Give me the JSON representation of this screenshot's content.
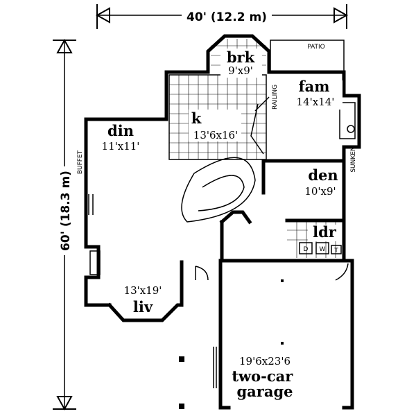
{
  "dimensions": {
    "width": "40' (12.2 m)",
    "depth": "60' (18.3 m)"
  },
  "rooms": {
    "breakfast": {
      "name": "brk",
      "size": "9'x9'"
    },
    "kitchen": {
      "name": "k",
      "size": "13'6x16'"
    },
    "family": {
      "name": "fam",
      "size": "14'x14'"
    },
    "dining": {
      "name": "din",
      "size": "11'x11'"
    },
    "den": {
      "name": "den",
      "size": "10'x9'"
    },
    "laundry": {
      "name": "ldr"
    },
    "living": {
      "name": "liv",
      "size": "13'x19'"
    },
    "garage": {
      "name": "two-car garage",
      "size": "19'6x23'6"
    }
  },
  "notes": {
    "patio": "PATIO",
    "railing": "RAILING",
    "sunken": "SUNKEN",
    "buffet": "BUFFET",
    "dryer": "D",
    "washer": "W",
    "tub": "T"
  }
}
